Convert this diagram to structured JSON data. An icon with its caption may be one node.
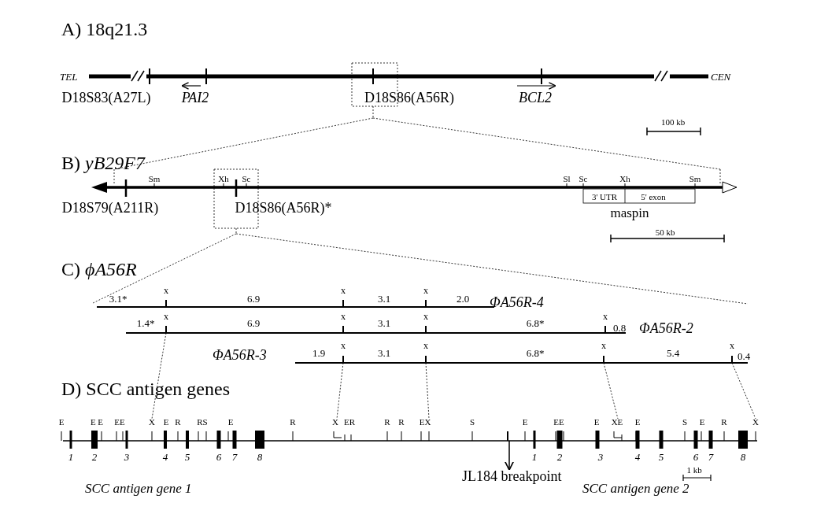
{
  "diagram": {
    "nodes": [
      {
        "text": [],
        "shape": "bar"
      },
      {
        "text": [
          "JL184 breakpoint"
        ]
      }
    ],
    "edges": [
      {
        "from": 0,
        "to": 1,
        "arrow": "to"
      }
    ],
    "labels": [
      "A) 18q21.3",
      "TEL",
      "CEN",
      "D18S83(A27L)",
      "PAI2",
      "D18S86(A56R)",
      "BCL2",
      "100 kb",
      "B) *yB29F7*",
      "Sm",
      "Xh",
      "Sc",
      "Sl",
      "Sc",
      "Xh",
      "Sm",
      "D18S79(A211R)",
      "D18S86(A56R)*",
      "3' UTR",
      "5' exon",
      "maspin",
      "50 kb",
      "C) *ϕA56R*",
      "3.1*",
      "x",
      "6.9",
      "x",
      "3.1",
      "x",
      "2.0",
      "ΦA56R-4",
      "1.4*",
      "x",
      "6.9",
      "x",
      "3.1",
      "x",
      "6.8*",
      "x",
      "0.8",
      "ΦA56R-2",
      "ΦA56R-3",
      "1.9",
      "x",
      "3.1",
      "x",
      "6.8*",
      "x",
      "5.4",
      "x",
      "0.4",
      "D) SCC antigen genes",
      "E",
      "E E",
      "EE",
      "X",
      "E",
      "R",
      "RS",
      "E",
      "R",
      "X",
      "ER",
      "R",
      "R",
      "EX",
      "S",
      "E",
      "EE",
      "E",
      "XE",
      "E",
      "S",
      "E",
      "R",
      "X",
      "1",
      "2",
      "3",
      "4",
      "5",
      "6",
      "7",
      "8",
      "1",
      "2",
      "3",
      "4",
      "5",
      "6",
      "7",
      "8",
      "1 kb",
      "SCC antigen gene 1",
      "SCC antigen gene 2"
    ]
  }
}
